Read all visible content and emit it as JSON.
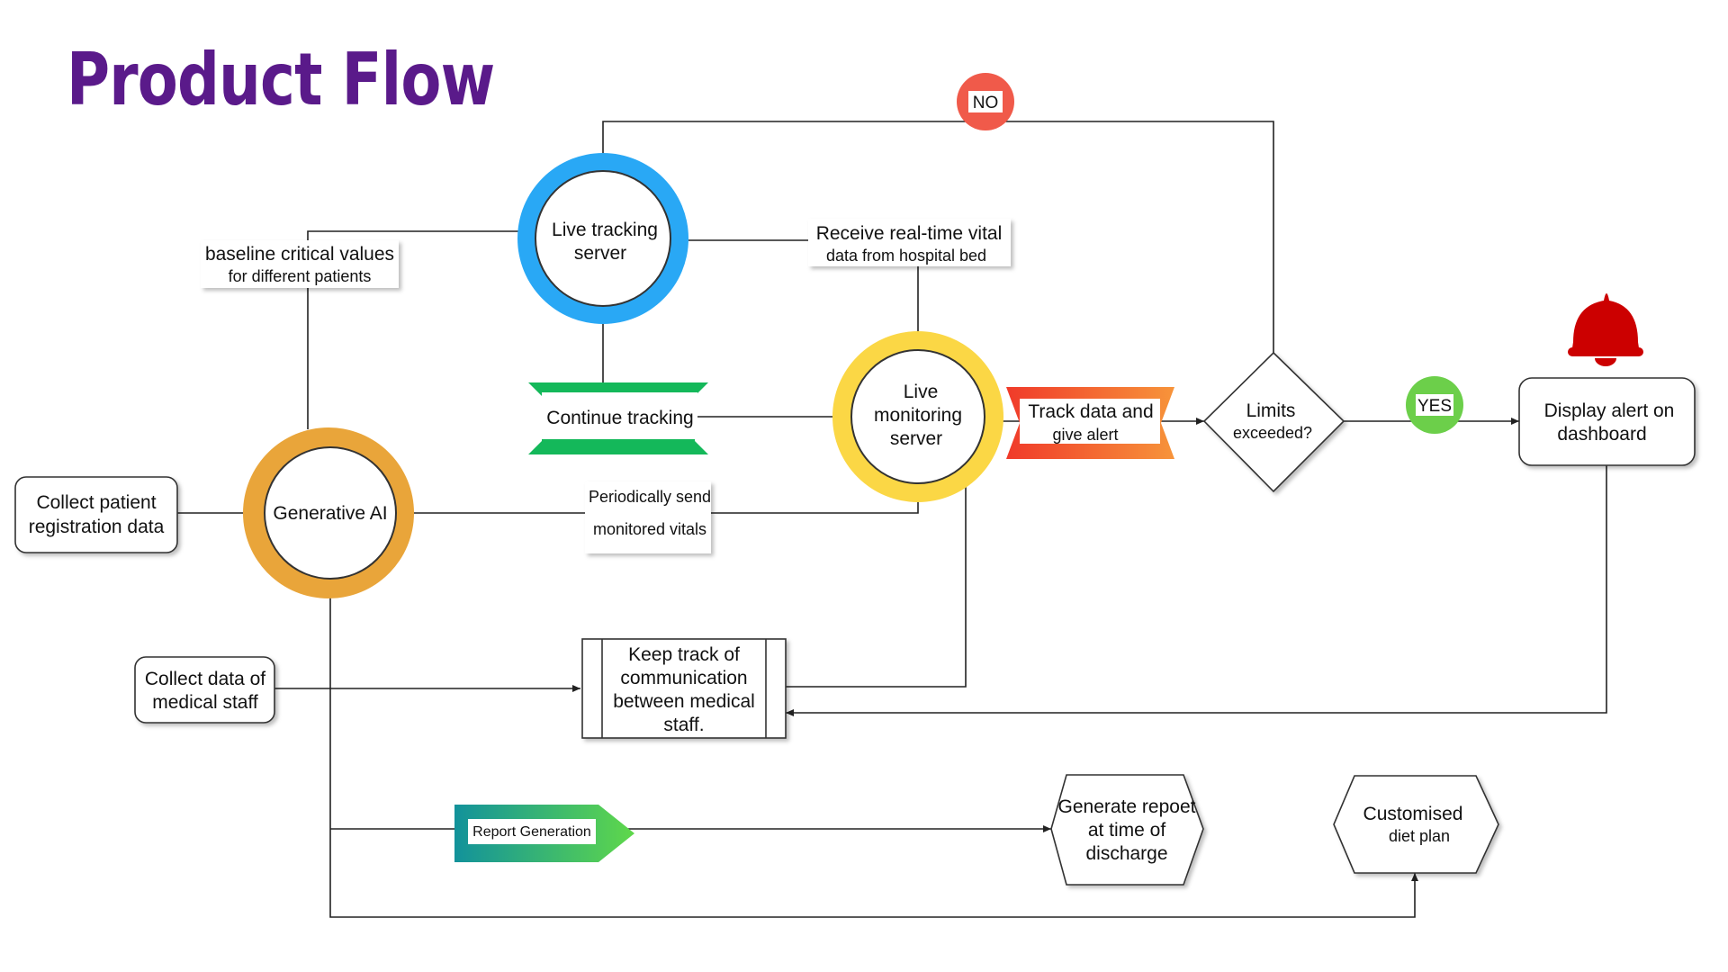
{
  "title": "Product Flow",
  "nodes": {
    "collect_patient": [
      "Collect patient",
      "registration data"
    ],
    "generative_ai": "Generative AI",
    "live_tracking": [
      "Live tracking",
      "server"
    ],
    "live_monitoring": [
      "Live",
      "monitoring",
      "server"
    ],
    "continue_tracking": "Continue tracking",
    "track_data": [
      "Track data and",
      "give alert"
    ],
    "limits": [
      "Limits",
      "exceeded?"
    ],
    "display_alert": [
      "Display alert on",
      "dashboard"
    ],
    "collect_staff": [
      "Collect data of",
      "medical staff"
    ],
    "keep_track": [
      "Keep track of",
      "communication",
      "between medical",
      "staff."
    ],
    "report_generation": "Report Generation",
    "generate_report": [
      "Generate repoet",
      "at time of",
      "discharge"
    ],
    "customised_diet": [
      "Customised",
      "diet plan"
    ]
  },
  "edge_labels": {
    "baseline": [
      "baseline critical values",
      "for different patients"
    ],
    "receive_vital": [
      "Receive real-time vital",
      "data from hospital bed"
    ],
    "periodically": [
      "Periodically send",
      "monitored vitals"
    ],
    "no": "NO",
    "yes": "YES"
  },
  "colors": {
    "title": "#5a1a8a",
    "live_tracking_ring": "#29a8f5",
    "live_monitoring_ring": "#fbd745",
    "generative_ai_ring": "#e9a53a",
    "continue_tracking_banner": "#14b85a",
    "track_data_banner": "#f05a2a",
    "report_generation_arrow": "#1a9b8a",
    "no_badge": "#f05a4a",
    "yes_badge": "#6ccf4a",
    "alert_bell": "#cc0000"
  },
  "icons": {
    "alert": "bell-icon"
  }
}
